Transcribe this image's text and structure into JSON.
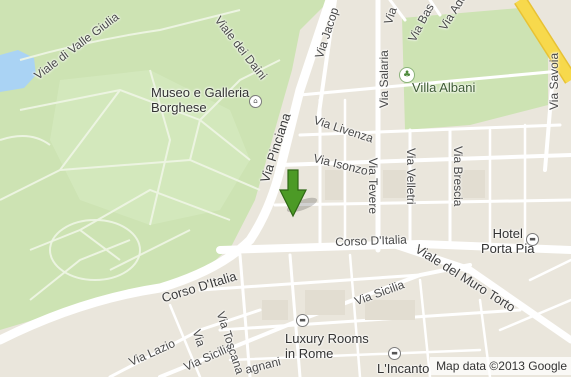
{
  "map": {
    "colors": {
      "land": "#eae6dc",
      "park": "#cde3b3",
      "water": "#aad3f4",
      "road": "#ffffff",
      "highway": "#f7d94c",
      "marker": "#4c9a26"
    },
    "labels": {
      "viale_valle_giulia": "Viale di Valle Giulia",
      "viale_dei_daini": "Viale dei Daini",
      "via_jacopo": "Via Jacop",
      "via_salaria": "Via Salaria",
      "via_bas": "Via Bas",
      "via_adda": "Via Adda",
      "via_top": "Via",
      "via_savoia": "Via Savoia",
      "via_pinciana": "Via Pinciana",
      "via_livenza": "Via Livenza",
      "via_isonzo": "Via Isonzo",
      "via_tevere": "Via Tevere",
      "via_velletri": "Via Velletri",
      "via_brescia": "Via Brescia",
      "corso_italia_top": "Corso D'Italia",
      "corso_italia_main": "Corso D'Italia",
      "viale_muro_torto": "Viale del Muro Torto",
      "via_sicilia_right": "Via Sicilia",
      "via_sicilia_left": "Via Sicilia",
      "via_lazio": "Via Lazio",
      "via_toscana": "Via Toscana",
      "via_bottom": "Via",
      "magnani": "agnani"
    },
    "pois": {
      "museo": "Museo e Galleria\nBorghese",
      "villa_albani": "Villa Albani",
      "hotel_porta_pia": "Hotel\nPorta Pia",
      "luxury_rooms": "Luxury Rooms\nin Rome",
      "lincanto": "L'Incanto"
    },
    "icons": {
      "museo": "museum-icon",
      "villa_albani": "park-tree-icon",
      "hotel": "hotel-icon",
      "luxury": "hotel-icon",
      "lincanto": "hotel-icon",
      "marker": "location-arrow-marker"
    },
    "attribution": "Map data ©2013 Google"
  }
}
